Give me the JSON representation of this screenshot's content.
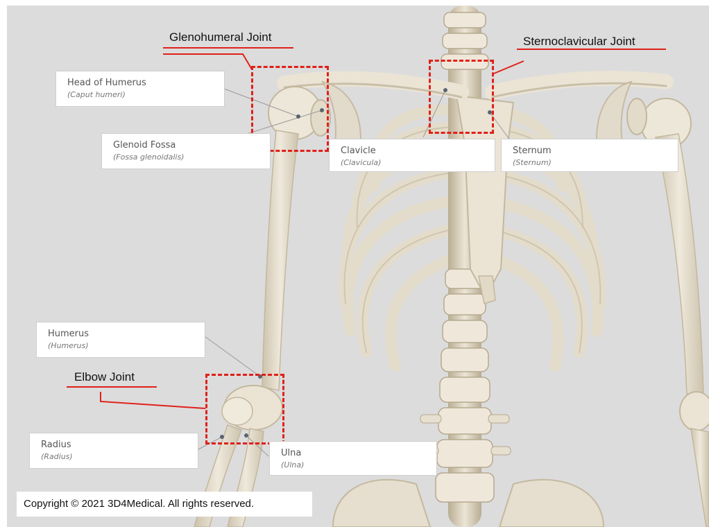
{
  "joints": [
    {
      "id": "glenohumeral",
      "title": "Glenohumeral Joint"
    },
    {
      "id": "sternoclavicular",
      "title": "Sternoclavicular Joint"
    },
    {
      "id": "elbow",
      "title": "Elbow Joint"
    }
  ],
  "labels": [
    {
      "id": "head-of-humerus",
      "name": "Head of Humerus",
      "latin": "(Caput humeri)"
    },
    {
      "id": "glenoid-fossa",
      "name": "Glenoid Fossa",
      "latin": "(Fossa glenoidalis)"
    },
    {
      "id": "clavicle",
      "name": "Clavicle",
      "latin": "(Clavicula)"
    },
    {
      "id": "sternum",
      "name": "Sternum",
      "latin": "(Sternum)"
    },
    {
      "id": "humerus",
      "name": "Humerus",
      "latin": "(Humerus)"
    },
    {
      "id": "radius",
      "name": "Radius",
      "latin": "(Radius)"
    },
    {
      "id": "ulna",
      "name": "Ulna",
      "latin": "(Ulna)"
    }
  ],
  "copyright": "Copyright © 2021 3D4Medical. All rights reserved.",
  "colors": {
    "background": "#dcdcdc",
    "bone": "#e9e2d3",
    "bone_shadow": "#c9bfa9",
    "annotation_red": "#e0201a"
  }
}
